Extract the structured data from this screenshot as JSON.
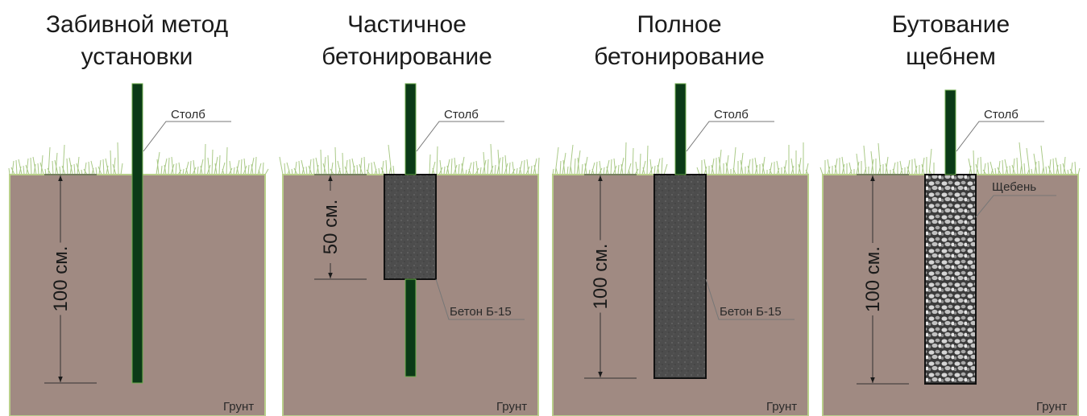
{
  "colors": {
    "soil": "#a08a82",
    "soil_border": "#b9cf8a",
    "post": "#0b3a17",
    "post_border": "#6fae4d",
    "concrete": "#4a4a4a",
    "grass": "#a9c986"
  },
  "panels": [
    {
      "title": [
        "Забивной метод",
        "установки"
      ],
      "post_label": "Столб",
      "depth_label": "100 см.",
      "fill_label": null,
      "soil_label": "Грунт",
      "fill": "none"
    },
    {
      "title": [
        "Частичное",
        "бетонирование"
      ],
      "post_label": "Столб",
      "depth_label": "50 см.",
      "fill_label": "Бетон Б-15",
      "soil_label": "Грунт",
      "fill": "concrete"
    },
    {
      "title": [
        "Полное",
        "бетонирование"
      ],
      "post_label": "Столб",
      "depth_label": "100 см.",
      "fill_label": "Бетон Б-15",
      "soil_label": "Грунт",
      "fill": "concrete"
    },
    {
      "title": [
        "Бутование",
        "щебнем"
      ],
      "post_label": "Столб",
      "depth_label": "100 см.",
      "fill_label": "Щебень",
      "soil_label": "Грунт",
      "fill": "gravel"
    }
  ]
}
